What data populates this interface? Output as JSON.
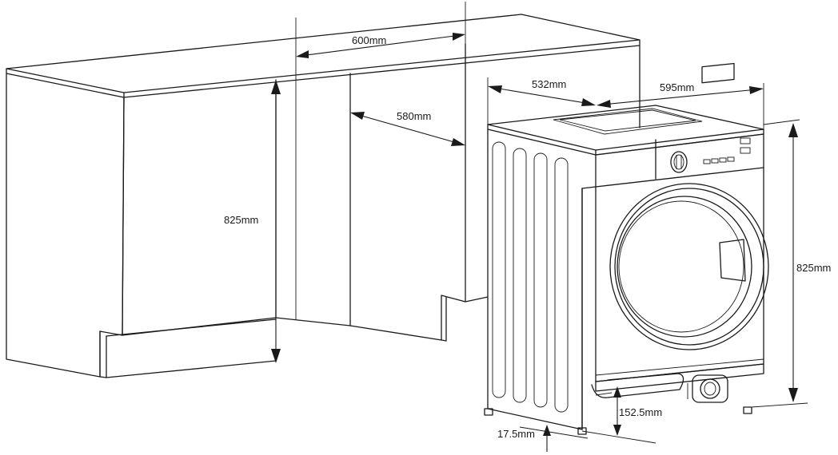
{
  "dimensions": {
    "cabinet_width": "600mm",
    "cabinet_depth": "580mm",
    "cabinet_height": "825mm",
    "machine_depth": "532mm",
    "machine_width": "595mm",
    "machine_height": "825mm",
    "plinth_depth": "152.5mm",
    "foot_height": "17.5mm"
  }
}
